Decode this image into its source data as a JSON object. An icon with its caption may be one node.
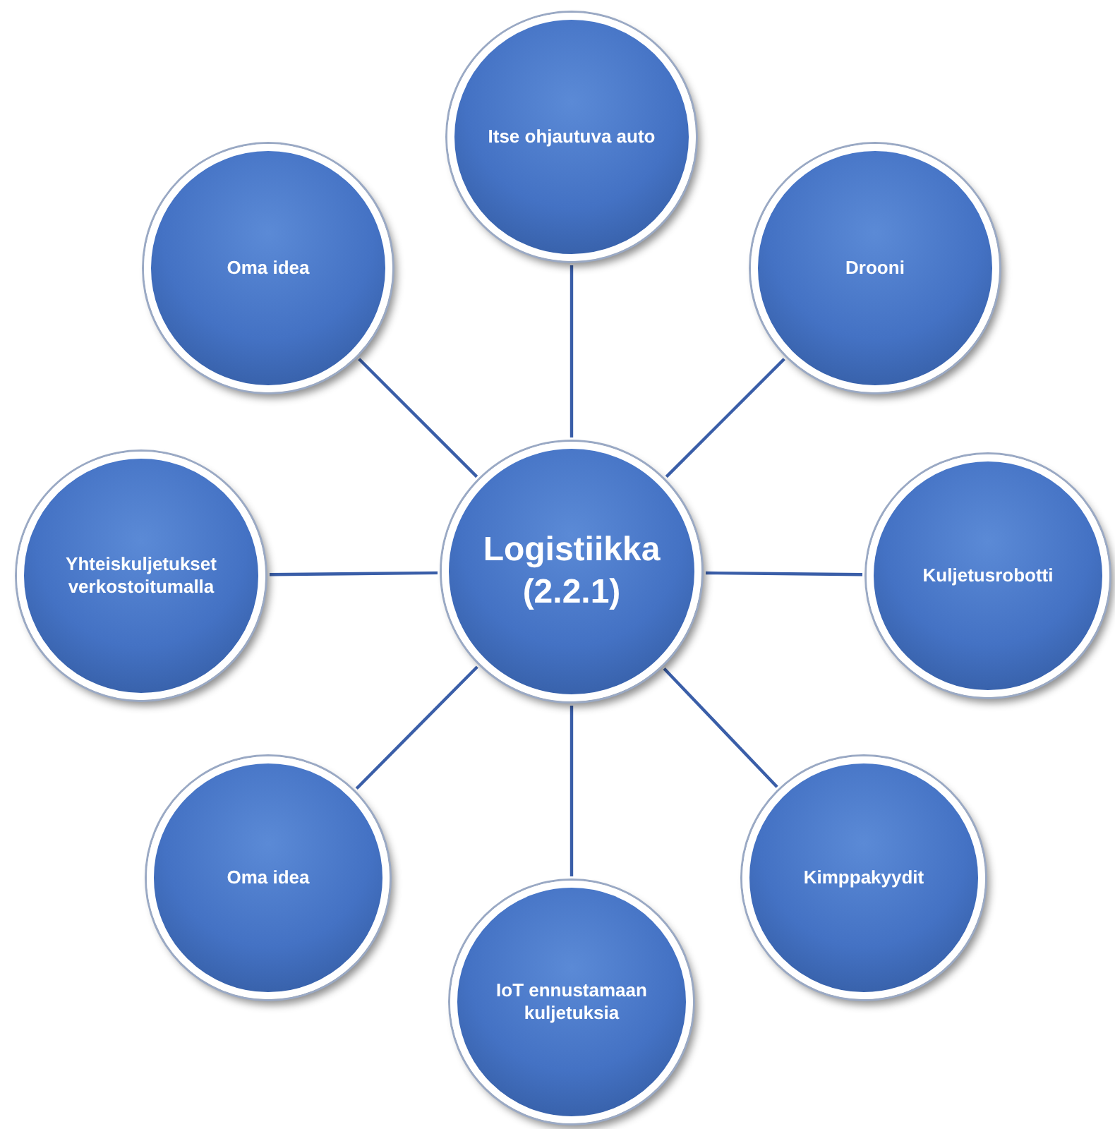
{
  "diagram": {
    "nodes": [
      {
        "text": [
          "Logistiikka (2.2.1)"
        ]
      },
      {
        "text": [
          "Itse ohjautuva auto"
        ]
      },
      {
        "text": [
          "Drooni"
        ]
      },
      {
        "text": [
          "Kuljetusrobotti"
        ]
      },
      {
        "text": [
          "Kimppakyydit"
        ]
      },
      {
        "text": [
          "IoT ennustamaan kuljetuksia"
        ]
      },
      {
        "text": [
          "Oma idea"
        ]
      },
      {
        "text": [
          "Yhteiskuljetukset verkostoitumalla"
        ]
      },
      {
        "text": [
          "Oma idea"
        ]
      }
    ],
    "edges": [
      {
        "from": 0,
        "to": 1,
        "arrow": "none"
      },
      {
        "from": 0,
        "to": 2,
        "arrow": "none"
      },
      {
        "from": 0,
        "to": 3,
        "arrow": "none"
      },
      {
        "from": 0,
        "to": 4,
        "arrow": "none"
      },
      {
        "from": 0,
        "to": 5,
        "arrow": "none"
      },
      {
        "from": 0,
        "to": 6,
        "arrow": "none"
      },
      {
        "from": 0,
        "to": 7,
        "arrow": "none"
      },
      {
        "from": 0,
        "to": 8,
        "arrow": "none"
      }
    ]
  }
}
